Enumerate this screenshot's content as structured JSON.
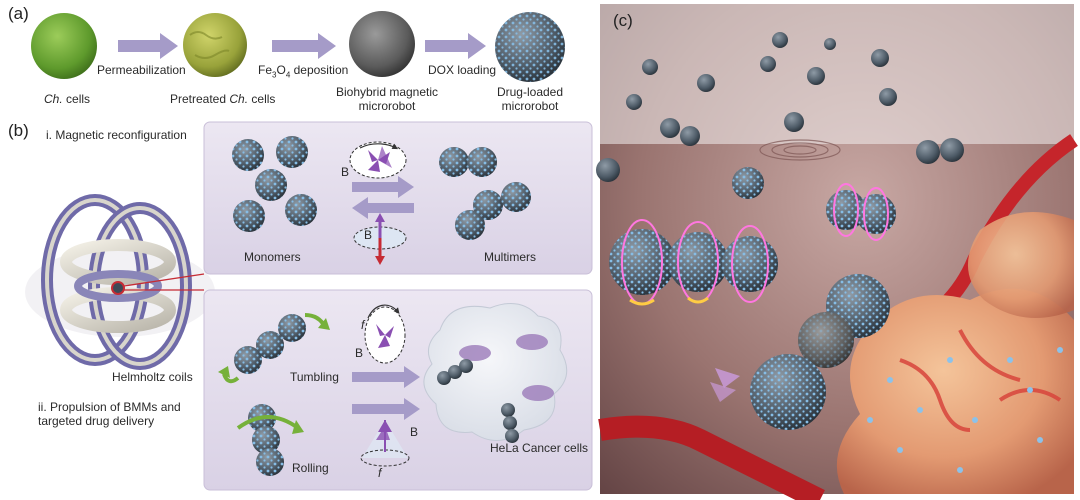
{
  "panel_a": {
    "label": "(a)",
    "arrow_labels": [
      "Permeabilization",
      "Fe3O4 deposition",
      "DOX loading"
    ],
    "stages": [
      {
        "name": "cells",
        "prefix": "Ch.",
        "color": "#6aa234"
      },
      {
        "name": "Pretreated",
        "prefix": "Ch.",
        "suffix": "cells",
        "color": "#9eaa3a"
      },
      {
        "name": "Biohybrid magnetic",
        "line2": "microrobot",
        "color": "#6b6b6b"
      },
      {
        "name": "Drug-loaded",
        "line2": "microrobot",
        "color": "#4f5d68"
      }
    ]
  },
  "panel_b": {
    "label": "(b)",
    "section_i": "i. Magnetic reconfiguration",
    "section_ii_line1": "ii. Propulsion of BMMs and",
    "section_ii_line2": "targeted drug delivery",
    "coils_label": "Helmholtz coils",
    "monomers_label": "Monomers",
    "multimers_label": "Multimers",
    "tumbling_label": "Tumbling",
    "rolling_label": "Rolling",
    "hela_label": "HeLa Cancer cells",
    "field_symbol": "B",
    "freq_symbol": "f"
  },
  "panel_c": {
    "label": "(c)"
  },
  "colors": {
    "arrow": "#a59bc8",
    "box_bg": "#e6e0ee",
    "coil_band": "#6f6aa8",
    "particle": "#4d5a66",
    "drug_dot": "#7fb0d8",
    "connector": "#c62b34",
    "green_arrow": "#76b13a"
  }
}
